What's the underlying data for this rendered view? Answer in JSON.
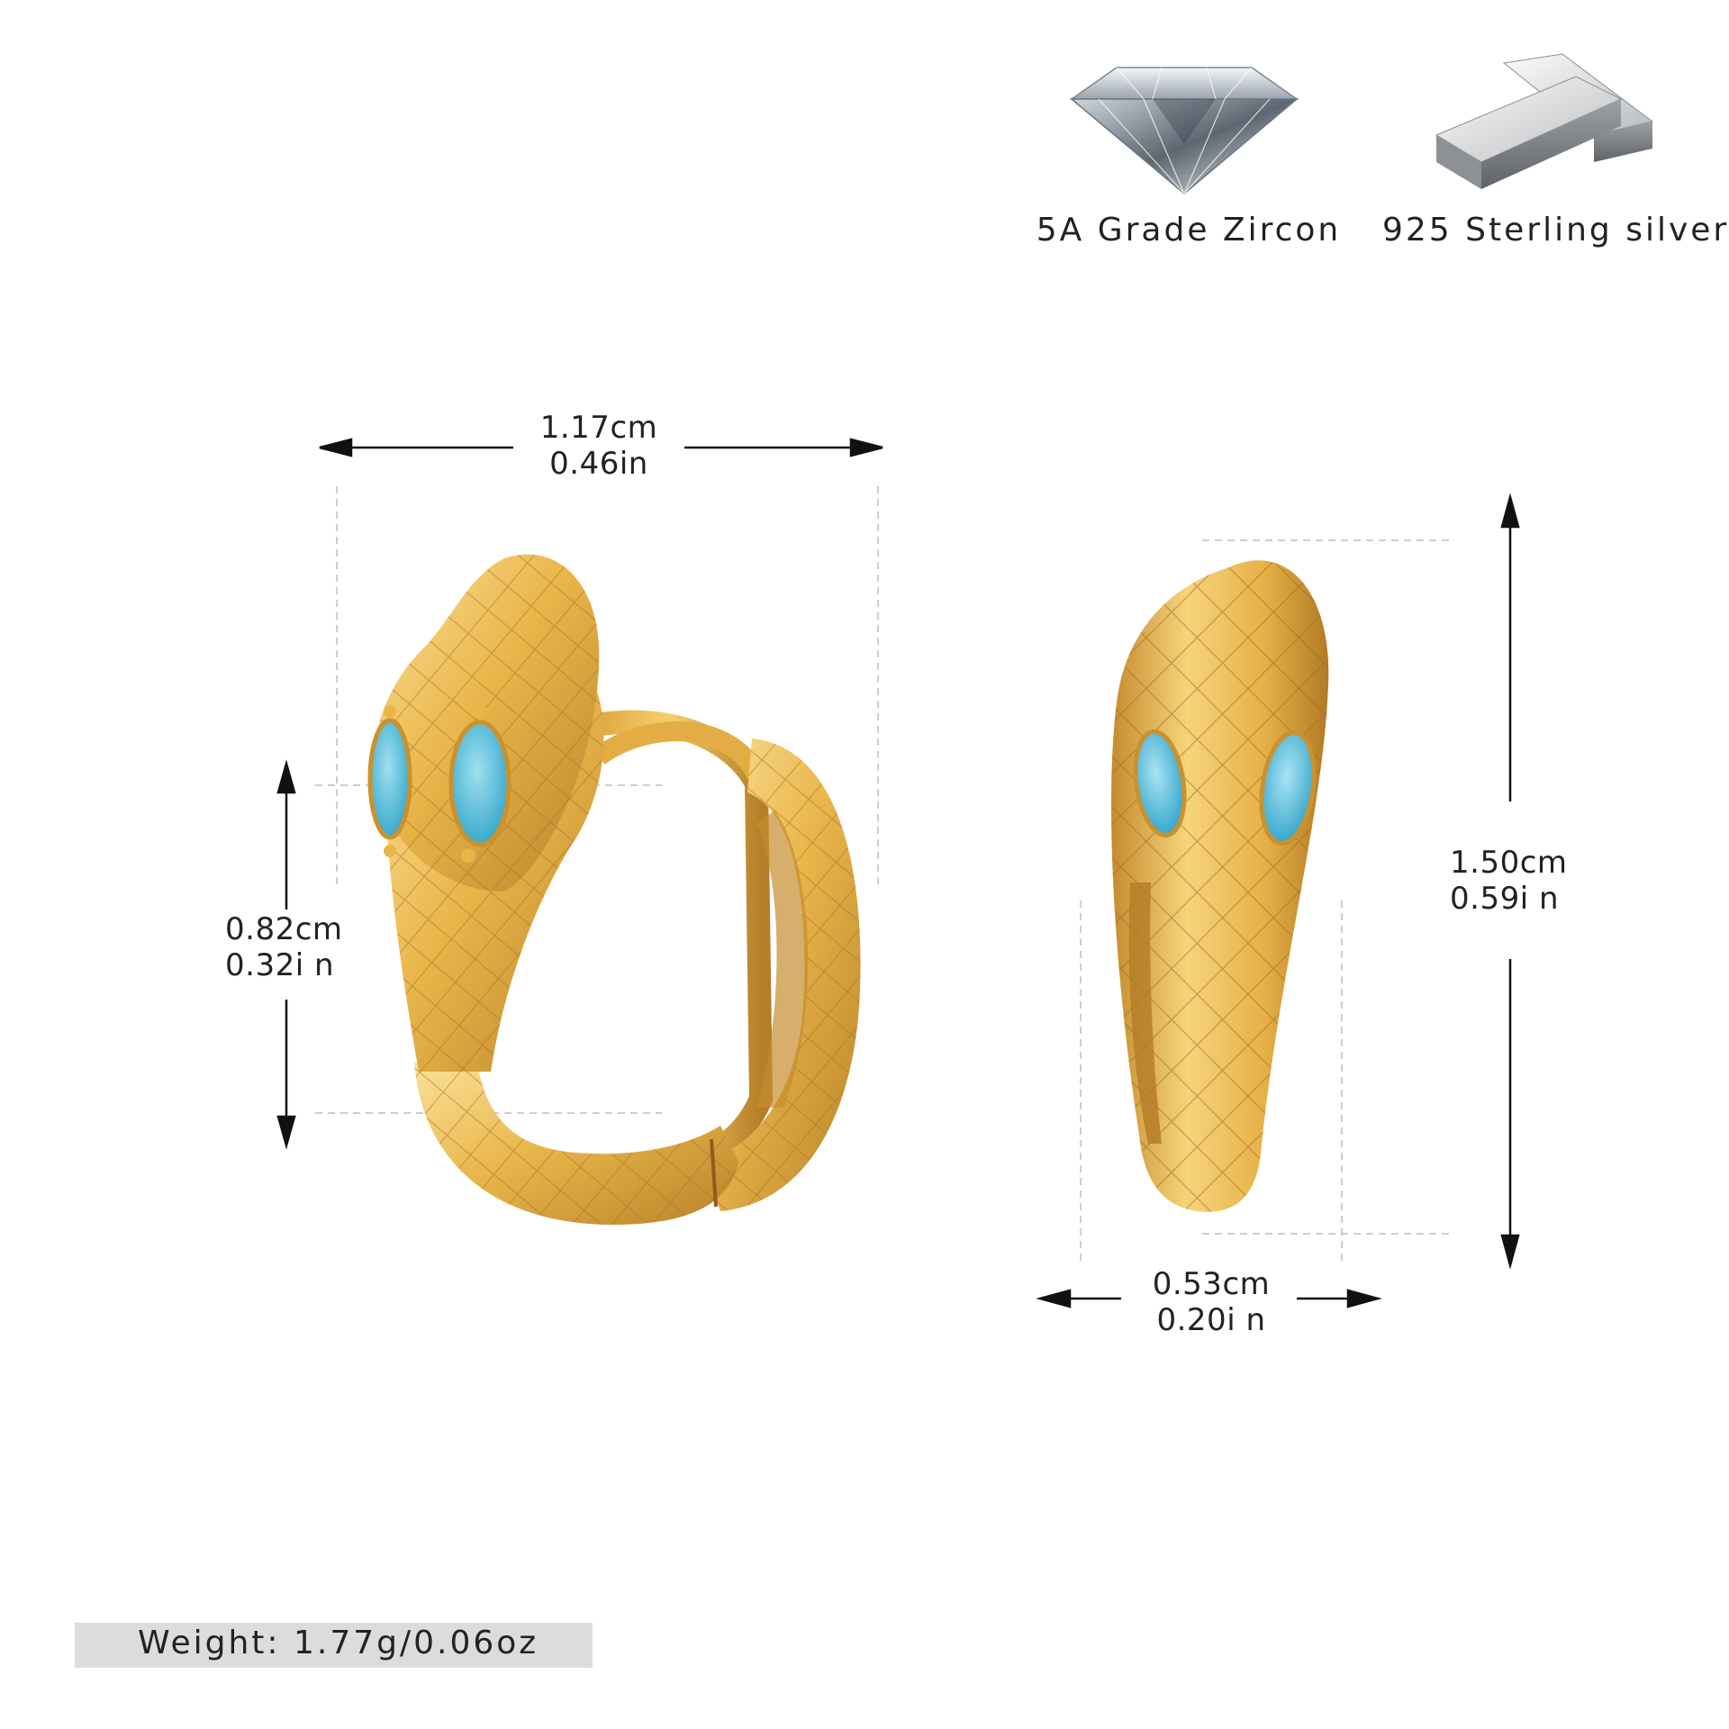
{
  "features": [
    {
      "label": "5A Grade Zircon",
      "icon": "zircon-gem-icon"
    },
    {
      "label": "925 Sterling silver",
      "icon": "silver-bars-icon"
    }
  ],
  "front_view": {
    "width_cm": "1.17cm",
    "width_in": "0.46in",
    "inner_cm": "0.82cm",
    "inner_in": "0.32i n"
  },
  "side_view": {
    "height_cm": "1.50cm",
    "height_in": "0.59i n",
    "depth_cm": "0.53cm",
    "depth_in": "0.20i n"
  },
  "weight": "Weight:  1.77g/0.06oz",
  "colors": {
    "gold": "#e9b64a",
    "gold_light": "#f8dc8a",
    "gold_dark": "#b9822a",
    "turquoise": "#5cc3e0",
    "weight_bar": "#dcdcdc"
  }
}
